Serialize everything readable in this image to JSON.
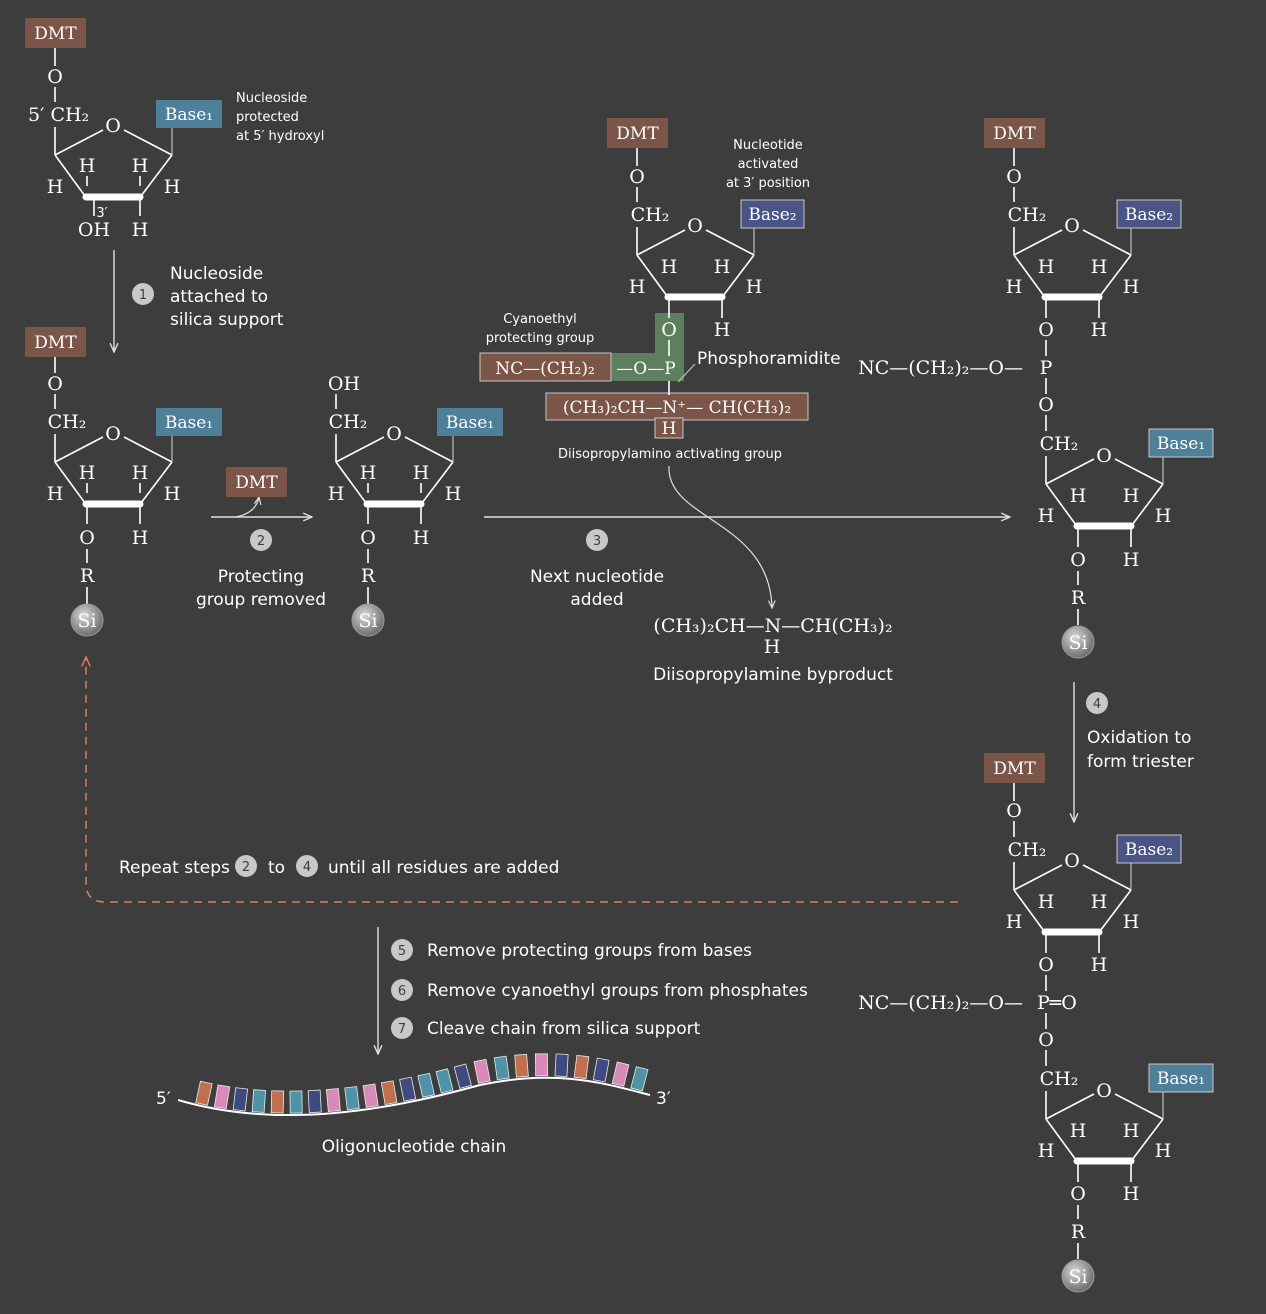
{
  "labels": {
    "dmt": "DMT",
    "o": "O",
    "ch2": "CH₂",
    "h": "H",
    "oh": "OH",
    "r": "R",
    "si": "Si",
    "base1": "Base₁",
    "base2": "Base₂",
    "five_prime_ch2": "5′ CH₂",
    "three_prime": "3′",
    "p": "P",
    "p_double_o": "P═O",
    "nc_ch2_o": "NC—(CH₂)₂—O—"
  },
  "annotations": {
    "nucleoside_protected": [
      "Nucleoside",
      "protected",
      "at 5′ hydroxyl"
    ],
    "nucleotide_activated": [
      "Nucleotide",
      "activated",
      "at 3′ position"
    ],
    "cyanoethyl": [
      "Cyanoethyl",
      "protecting group"
    ],
    "phosphoramidite": "Phosphoramidite",
    "diisopropylamino": "Diisopropylamino activating group",
    "byproduct_formula": "(CH₃)₂CH—N—CH(CH₃)₂",
    "byproduct_h": "H",
    "byproduct_name": "Diisopropylamine byproduct",
    "nc_group": "NC—(CH₂)₂",
    "o_p": "—O—P",
    "amine_group": "(CH₃)₂CH—N⁺— CH(CH₃)₂",
    "amine_h": "H"
  },
  "steps": {
    "s1": {
      "num": "1",
      "text": [
        "Nucleoside",
        "attached to",
        "silica support"
      ]
    },
    "s2": {
      "num": "2",
      "text": [
        "Protecting",
        "group removed"
      ]
    },
    "s3": {
      "num": "3",
      "text": [
        "Next nucleotide",
        "added"
      ]
    },
    "s4": {
      "num": "4",
      "text": [
        "Oxidation to",
        "form triester"
      ]
    },
    "s5": {
      "num": "5",
      "text": "Remove protecting groups from bases"
    },
    "s6": {
      "num": "6",
      "text": "Remove cyanoethyl groups from phosphates"
    },
    "s7": {
      "num": "7",
      "text": "Cleave chain from silica support"
    }
  },
  "repeat": {
    "pre": "Repeat steps",
    "num_a": "2",
    "mid": "to",
    "num_b": "4",
    "post": "until all residues are added"
  },
  "chain": {
    "five": "5′",
    "three": "3′",
    "label": "Oligonucleotide chain",
    "bar_colors": [
      "#c0704f",
      "#d98ab8",
      "#3f4a83",
      "#4f93a8",
      "#c0704f",
      "#4f93a8",
      "#3f4a83",
      "#d98ab8",
      "#4f93a8",
      "#d98ab8",
      "#c0704f",
      "#3f4a83",
      "#4f93a8",
      "#4f93a8",
      "#3f4a83",
      "#d98ab8",
      "#4f93a8",
      "#c0704f",
      "#d98ab8",
      "#3f4a83",
      "#c0704f",
      "#3f4a83",
      "#d98ab8",
      "#4f93a8"
    ]
  },
  "colors": {
    "dmt_box": "#7a5548",
    "base1_box": "#4f8099",
    "base2_box": "#4a5586",
    "cyano_box": "#7a5548",
    "p_box": "#5d7f5d",
    "amine_box": "#7a5548",
    "repeat_arrow": "#e07a5f",
    "step_circle": "#c8c8c8"
  }
}
